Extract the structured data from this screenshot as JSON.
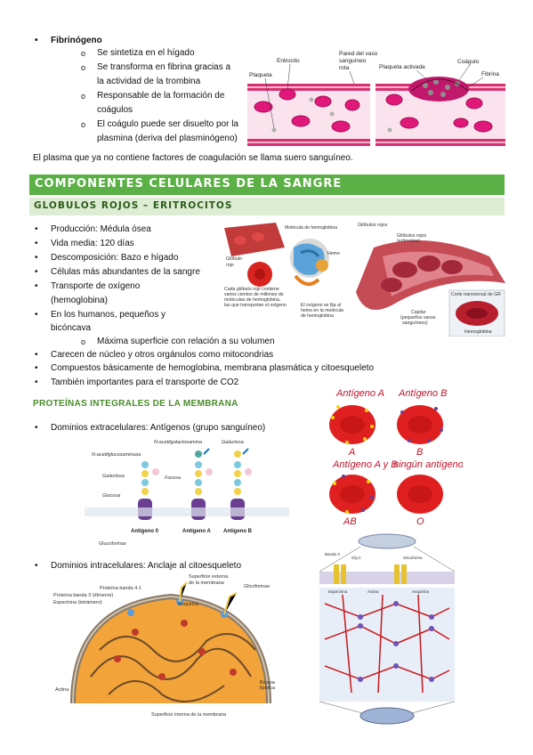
{
  "fibrinogeno": {
    "title": "Fibrinógeno",
    "items": [
      "Se sintetiza en el hígado",
      "Se transforma en fibrina gracias a",
      "la actividad de la trombina",
      "Responsable de la formación de",
      "coágulos",
      "El coágulo puede ser disuelto por la",
      "plasmina (deriva del plasminógeno)"
    ]
  },
  "suero": "El plasma que ya no contiene factores de coagulación se llama suero sanguíneo.",
  "fig_coagulo": {
    "labels": [
      "Entrocito",
      "Pared del vaso",
      "sanguíneo",
      "rota",
      "Plaqueta",
      "Plaqueta activada",
      "Coágulo",
      "Fibrina"
    ]
  },
  "section_title": "COMPONENTES CELULARES DE LA SANGRE",
  "subsection_title": "GLOBULOS ROJOS – ERITROCITOS",
  "eritrocitos": {
    "items": [
      "Producción: Médula ósea",
      "Vida media: 120 días",
      "Descomposición: Bazo e hígado",
      "Células más abundantes de la sangre",
      "Transporte de oxígeno",
      "(hemoglobina)",
      "En los humanos, pequeños y",
      "bicóncava"
    ],
    "sub_item": "Máxima superficie con relación a su volumen",
    "items2": [
      "Carecen de núcleo y otros orgánulos como mitocondrias",
      "Compuestos básicamente de hemoglobina, membrana plasmática y citoesqueleto",
      "También importantes para el transporte de CO2"
    ]
  },
  "fig_hemoglobina": {
    "labels": [
      "Molécula de hemoglobina",
      "Glóbulo",
      "rojo",
      "Hemo",
      "Cada glóbulo rojo contiene",
      "varios cientos de millones de",
      "moléculas de hemoglobina,",
      "las que transportan el oxígeno",
      "El oxígeno se fija al",
      "hemo en la molécula",
      "de hemoglobina",
      "Glóbulos rojos",
      "Glóbulos rojos",
      "(eritrocitos)",
      "Corte transversal de GR",
      "Capilar",
      "(pequeños vasos",
      "sanguíneos)",
      "Hemoglobina"
    ]
  },
  "proteinas": {
    "title": "PROTEÍNAS INTEGRALES DE LA MEMBRANA",
    "extra": "Dominios extracelulares: Antígenos (grupo sanguíneo)",
    "intra": "Dominios intracelulares: Anclaje al citoesqueleto"
  },
  "fig_antigenos": {
    "labels": [
      "N-acetilgalactosamina",
      "Galactosa",
      "N-acetilglucosaminasa",
      "Galactosa",
      "Fucosa",
      "Glucosa",
      "Antígeno 0",
      "Antígeno A",
      "Antígeno B",
      "Glucoforinas"
    ]
  },
  "fig_grupos": {
    "labels": [
      "Antígeno A",
      "Antígeno B",
      "Antígeno A y B",
      "ningún antígeno",
      "A",
      "B",
      "AB",
      "O"
    ]
  },
  "fig_membrana": {
    "labels": [
      "Superficie externa",
      "de la membrana",
      "Proteína banda 4.1",
      "Glicoforinas",
      "Proteína banda 3 (dímeros)",
      "Anquirina",
      "Espectrina (tetrámero)",
      "Actina",
      "Bicapa",
      "lipídica",
      "Superficie interna de la membrana"
    ]
  },
  "fig_citoesqueleto": {
    "labels": [
      "Banda 3",
      "Gly.C",
      "Glicoforina",
      "Espectrina",
      "Actina",
      "Anquirina"
    ]
  }
}
